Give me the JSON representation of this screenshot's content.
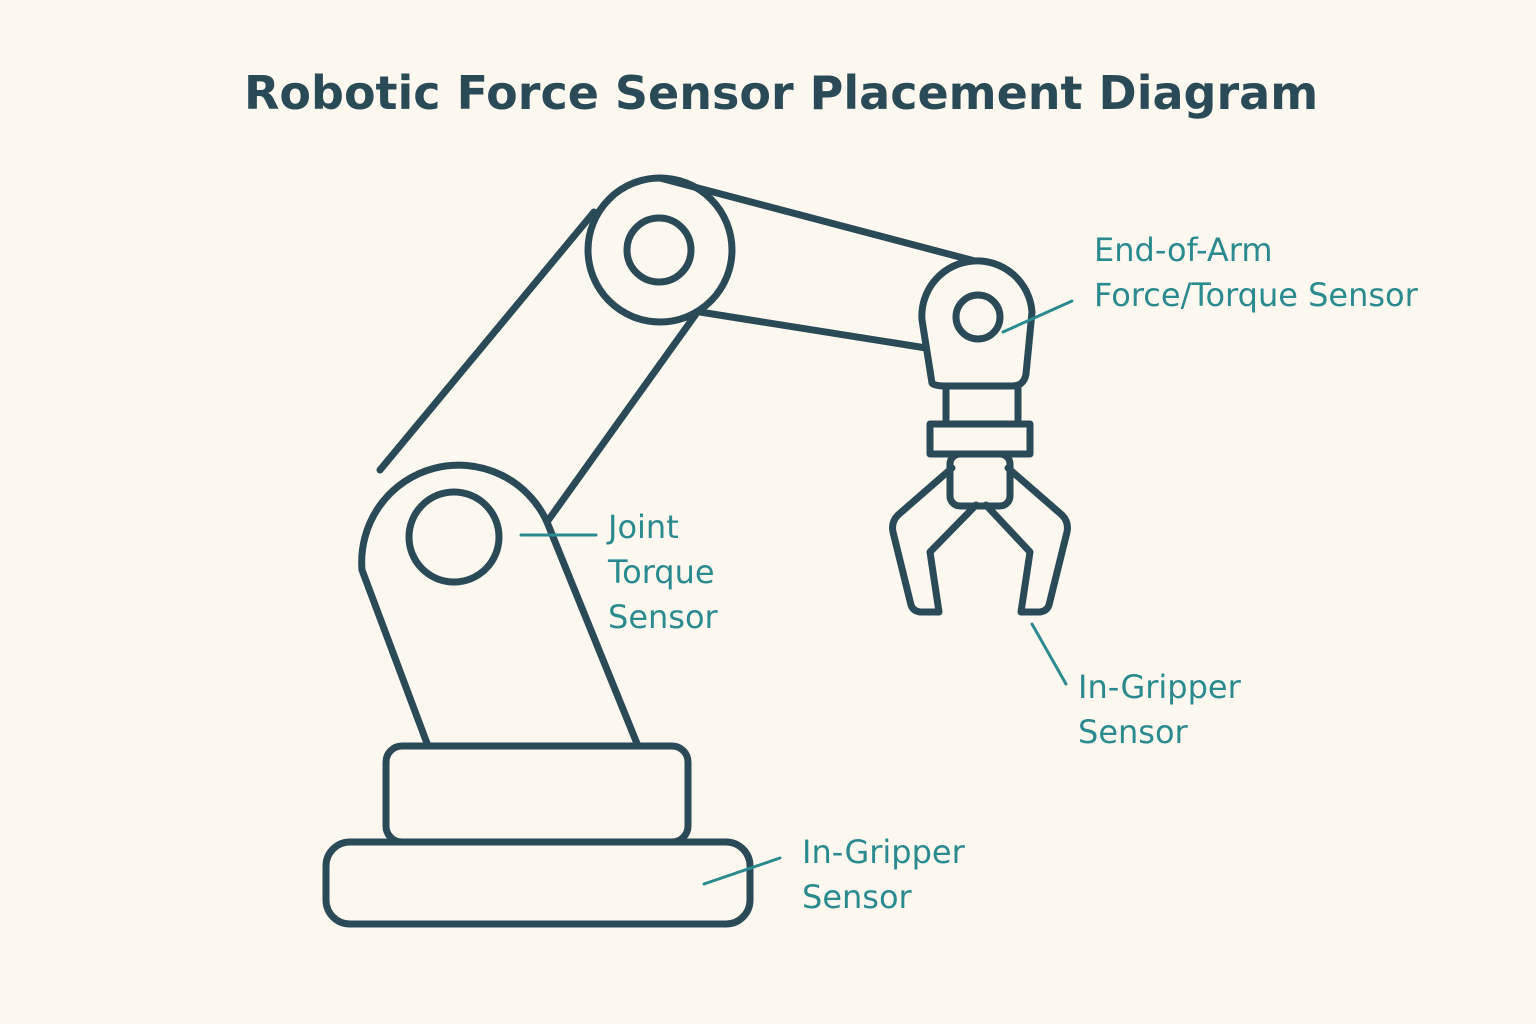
{
  "title": "Robotic Force Sensor Placement Diagram",
  "labels": {
    "end_of_arm": {
      "line1": "End-of-Arm",
      "line2": "Force/Torque Sensor"
    },
    "joint": {
      "line1": "Joint",
      "line2": "Torque",
      "line3": "Sensor"
    },
    "gripper": {
      "line1": "In-Gripper",
      "line2": "Sensor"
    },
    "base": {
      "line1": "In-Gripper",
      "line2": "Sensor"
    }
  },
  "colors": {
    "background": "#fcf8ef",
    "outline": "#2a4a57",
    "label": "#2a8a8f"
  }
}
